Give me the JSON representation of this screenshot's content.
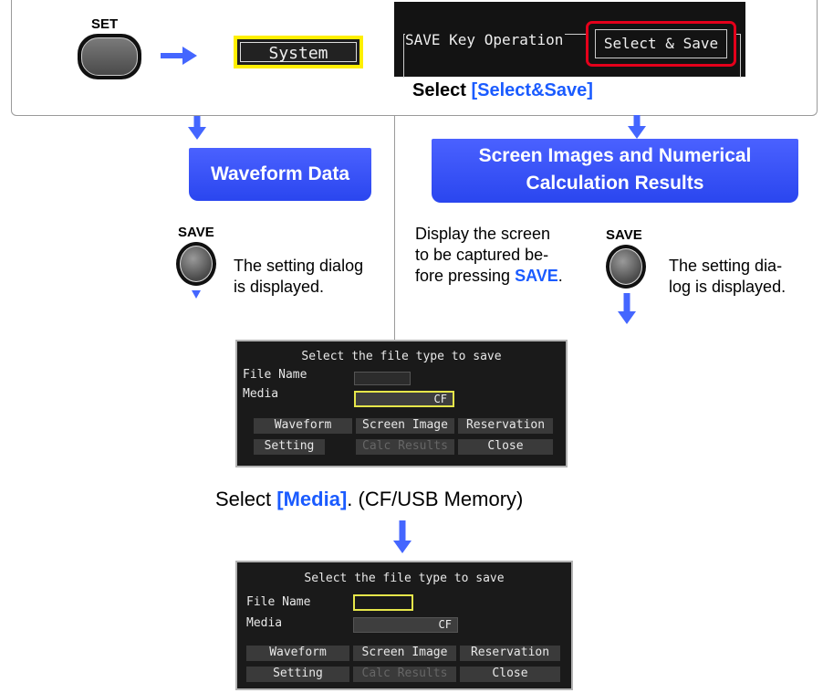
{
  "top": {
    "set_label": "SET",
    "system_label": "System",
    "save_key_operation_label": "SAVE Key Operation",
    "save_key_operation_value": "Select & Save",
    "select_caption_prefix": "Select ",
    "select_caption_highlight": "[Select&Save]"
  },
  "left_branch": {
    "header": "Waveform Data",
    "save_label": "SAVE",
    "text_line1": "The setting dialog",
    "text_line2": "is displayed."
  },
  "right_branch": {
    "header_line1": "Screen Images and Numerical",
    "header_line2": "Calculation Results",
    "pre_text_line1": "Display the screen",
    "pre_text_line2": "to be captured be-",
    "pre_text_line3_prefix": "fore pressing ",
    "pre_text_line3_highlight": "SAVE",
    "pre_text_line3_suffix": ".",
    "save_label": "SAVE",
    "text_line1": "The setting dia-",
    "text_line2": "log is displayed."
  },
  "dialog1": {
    "title": "Select the file type to save",
    "file_name_label": "File Name",
    "media_label": "Media",
    "media_value": "CF",
    "buttons": [
      "Waveform",
      "Screen Image",
      "Reservation",
      "Setting",
      "Calc Results",
      "Close"
    ]
  },
  "media_caption": {
    "prefix": "Select ",
    "highlight": "[Media]",
    "suffix": ". (CF/USB Memory)"
  },
  "dialog2": {
    "title": "Select the file type to save",
    "file_name_label": "File Name",
    "media_label": "Media",
    "media_value": "CF",
    "buttons": [
      "Waveform",
      "Screen Image",
      "Reservation",
      "Setting",
      "Calc Results",
      "Close"
    ]
  },
  "colors": {
    "accent_blue": "#1a5bff",
    "arrow_blue": "#4466ff",
    "highlight_red": "#e4001b",
    "highlight_yellow": "#ffef00"
  }
}
